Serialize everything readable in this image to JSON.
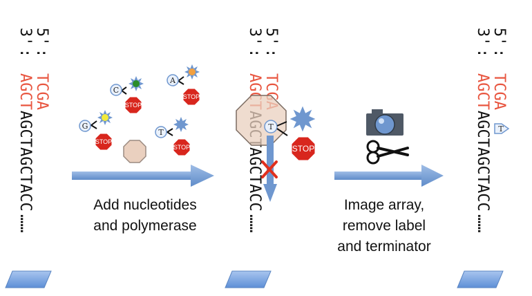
{
  "strand": {
    "five_prime_label": "5'",
    "three_prime_label": "3'",
    "colon": ":",
    "top_primer": "TCGA",
    "bottom_red": "AGCT",
    "bottom_black": "AGCTAGCTACC",
    "tail": "……"
  },
  "step1": {
    "line1": "Add nucleotides",
    "line2": "and polymerase"
  },
  "step2": {
    "line1": "Image array,",
    "line2": "remove label",
    "line3": "and terminator"
  },
  "nucleotides": {
    "c": "C",
    "a": "A",
    "g": "G",
    "t": "T"
  },
  "stop_label": "STOP",
  "colors": {
    "primer_red": "#e8553f",
    "arrow_blue": "#6f97cf",
    "stop_red": "#d8261d",
    "dye_blue": "#6f97cf",
    "dye_green": "#2a8c2a",
    "dye_yellow": "#f2ea3a",
    "dye_orange": "#f2a040",
    "polymerase": "#ead0bf",
    "x_red": "#e0301e"
  },
  "icons": [
    "camera-icon",
    "scissors-icon",
    "polymerase-icon",
    "stop-sign-icon",
    "dye-star-icon"
  ]
}
